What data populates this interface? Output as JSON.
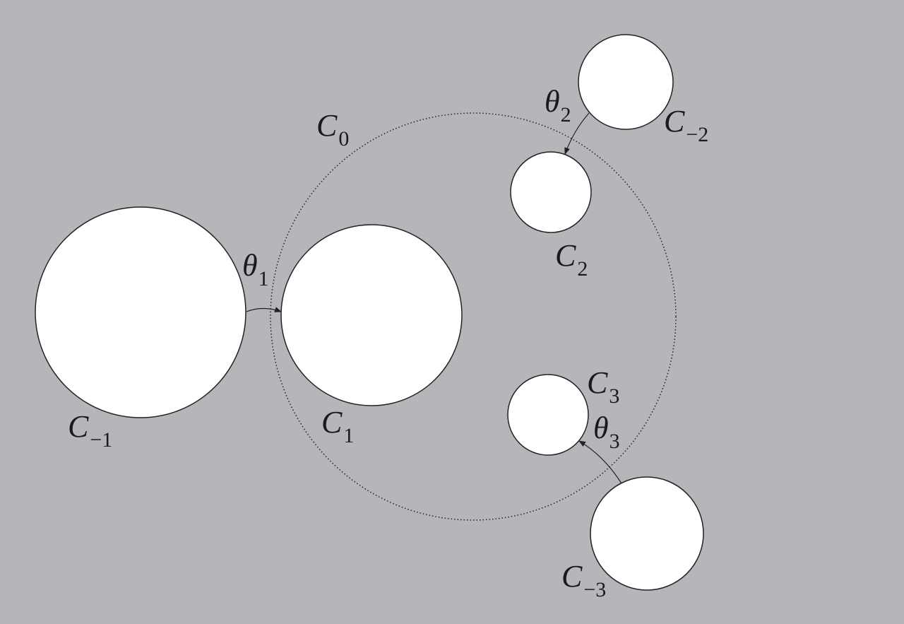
{
  "colors": {
    "background": "#b5b6ba",
    "circle_fill": "#ffffff",
    "stroke": "#222222"
  },
  "labels": {
    "c0": {
      "main": "C",
      "sub": "0"
    },
    "c1": {
      "main": "C",
      "sub": "1"
    },
    "cm1": {
      "main": "C",
      "sub": "−1"
    },
    "c2": {
      "main": "C",
      "sub": "2"
    },
    "cm2": {
      "main": "C",
      "sub": "−2"
    },
    "c3": {
      "main": "C",
      "sub": "3"
    },
    "cm3": {
      "main": "C",
      "sub": "−3"
    },
    "t1": {
      "main": "θ",
      "sub": "1"
    },
    "t2": {
      "main": "θ",
      "sub": "2"
    },
    "t3": {
      "main": "θ",
      "sub": "3"
    }
  }
}
